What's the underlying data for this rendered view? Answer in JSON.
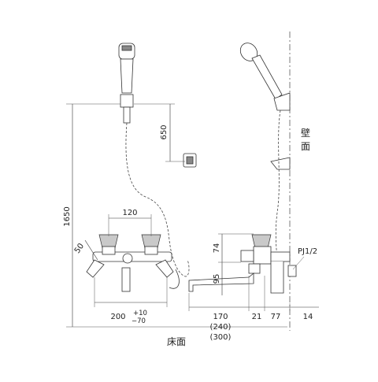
{
  "dimensions": {
    "total_height": "1650",
    "holder_gap": "650",
    "handle_spacing": "120",
    "angle": "50",
    "body_height": "74",
    "spout_height": "95",
    "center_distance": "200",
    "tol_plus": "+10",
    "tol_minus": "−70",
    "spout_length": "170",
    "spout_length_alt1": "(240)",
    "spout_length_alt2": "(300)",
    "body_depth": "21",
    "wall_offset": "77",
    "wall_thickness": "14",
    "pipe_thread": "PJ1/2"
  },
  "labels": {
    "wall": "壁面",
    "floor": "床面"
  }
}
